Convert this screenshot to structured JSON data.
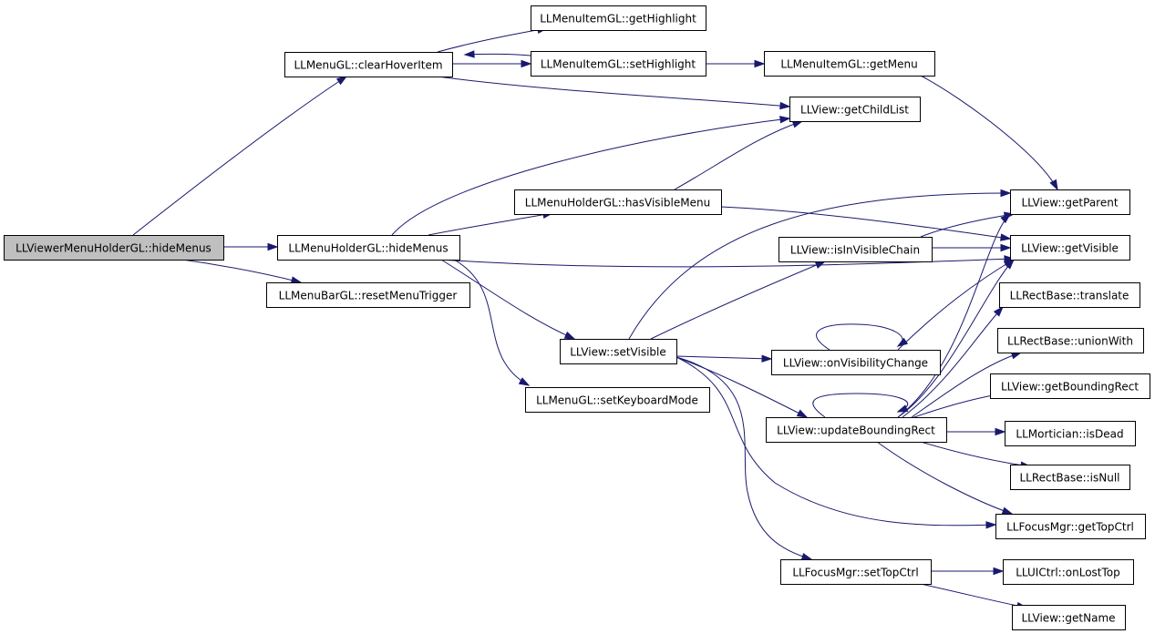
{
  "diagram": {
    "root": "root",
    "nodes": [
      {
        "id": "root",
        "label": "LLViewerMenuHolderGL::hideMenus"
      },
      {
        "id": "clearHover",
        "label": "LLMenuGL::clearHoverItem"
      },
      {
        "id": "getHighlight",
        "label": "LLMenuItemGL::getHighlight"
      },
      {
        "id": "setHighlight",
        "label": "LLMenuItemGL::setHighlight"
      },
      {
        "id": "getMenu",
        "label": "LLMenuItemGL::getMenu"
      },
      {
        "id": "getChildList",
        "label": "LLView::getChildList"
      },
      {
        "id": "hasVisibleMenu",
        "label": "LLMenuHolderGL::hasVisibleMenu"
      },
      {
        "id": "holderHide",
        "label": "LLMenuHolderGL::hideMenus"
      },
      {
        "id": "resetTrigger",
        "label": "LLMenuBarGL::resetMenuTrigger"
      },
      {
        "id": "getParent",
        "label": "LLView::getParent"
      },
      {
        "id": "isInVisibleChain",
        "label": "LLView::isInVisibleChain"
      },
      {
        "id": "getVisible",
        "label": "LLView::getVisible"
      },
      {
        "id": "translate",
        "label": "LLRectBase::translate"
      },
      {
        "id": "setVisible",
        "label": "LLView::setVisible"
      },
      {
        "id": "unionWith",
        "label": "LLRectBase::unionWith"
      },
      {
        "id": "onVisChange",
        "label": "LLView::onVisibilityChange"
      },
      {
        "id": "setKeyboard",
        "label": "LLMenuGL::setKeyboardMode"
      },
      {
        "id": "getBounding",
        "label": "LLView::getBoundingRect"
      },
      {
        "id": "updateBounding",
        "label": "LLView::updateBoundingRect"
      },
      {
        "id": "isDead",
        "label": "LLMortician::isDead"
      },
      {
        "id": "isNull",
        "label": "LLRectBase::isNull"
      },
      {
        "id": "getTopCtrl",
        "label": "LLFocusMgr::getTopCtrl"
      },
      {
        "id": "setTopCtrl",
        "label": "LLFocusMgr::setTopCtrl"
      },
      {
        "id": "onLostTop",
        "label": "LLUICtrl::onLostTop"
      },
      {
        "id": "getName",
        "label": "LLView::getName"
      }
    ],
    "edges": [
      {
        "from": "root",
        "to": "clearHover"
      },
      {
        "from": "root",
        "to": "holderHide"
      },
      {
        "from": "root",
        "to": "resetTrigger"
      },
      {
        "from": "clearHover",
        "to": "getHighlight"
      },
      {
        "from": "clearHover",
        "to": "setHighlight"
      },
      {
        "from": "clearHover",
        "to": "getChildList"
      },
      {
        "from": "setHighlight",
        "to": "clearHover"
      },
      {
        "from": "setHighlight",
        "to": "getMenu"
      },
      {
        "from": "getMenu",
        "to": "getParent"
      },
      {
        "from": "holderHide",
        "to": "getChildList"
      },
      {
        "from": "holderHide",
        "to": "hasVisibleMenu"
      },
      {
        "from": "holderHide",
        "to": "getVisible"
      },
      {
        "from": "holderHide",
        "to": "setVisible"
      },
      {
        "from": "holderHide",
        "to": "setKeyboard"
      },
      {
        "from": "hasVisibleMenu",
        "to": "getChildList"
      },
      {
        "from": "hasVisibleMenu",
        "to": "getVisible"
      },
      {
        "from": "isInVisibleChain",
        "to": "getParent"
      },
      {
        "from": "isInVisibleChain",
        "to": "getVisible"
      },
      {
        "from": "setVisible",
        "to": "getParent"
      },
      {
        "from": "setVisible",
        "to": "isInVisibleChain"
      },
      {
        "from": "setVisible",
        "to": "onVisChange"
      },
      {
        "from": "setVisible",
        "to": "updateBounding"
      },
      {
        "from": "setVisible",
        "to": "getTopCtrl"
      },
      {
        "from": "setVisible",
        "to": "setTopCtrl"
      },
      {
        "from": "onVisChange",
        "to": "onVisChange"
      },
      {
        "from": "onVisChange",
        "to": "getVisible"
      },
      {
        "from": "updateBounding",
        "to": "updateBounding"
      },
      {
        "from": "updateBounding",
        "to": "getParent"
      },
      {
        "from": "updateBounding",
        "to": "getVisible"
      },
      {
        "from": "updateBounding",
        "to": "translate"
      },
      {
        "from": "updateBounding",
        "to": "unionWith"
      },
      {
        "from": "updateBounding",
        "to": "getBounding"
      },
      {
        "from": "updateBounding",
        "to": "isDead"
      },
      {
        "from": "updateBounding",
        "to": "isNull"
      },
      {
        "from": "updateBounding",
        "to": "getTopCtrl"
      },
      {
        "from": "setTopCtrl",
        "to": "onLostTop"
      },
      {
        "from": "setTopCtrl",
        "to": "getName"
      }
    ]
  },
  "colors": {
    "edge": "#191970",
    "root_fill": "#bfbfbf",
    "node_fill": "#ffffff",
    "node_border": "#000000"
  }
}
